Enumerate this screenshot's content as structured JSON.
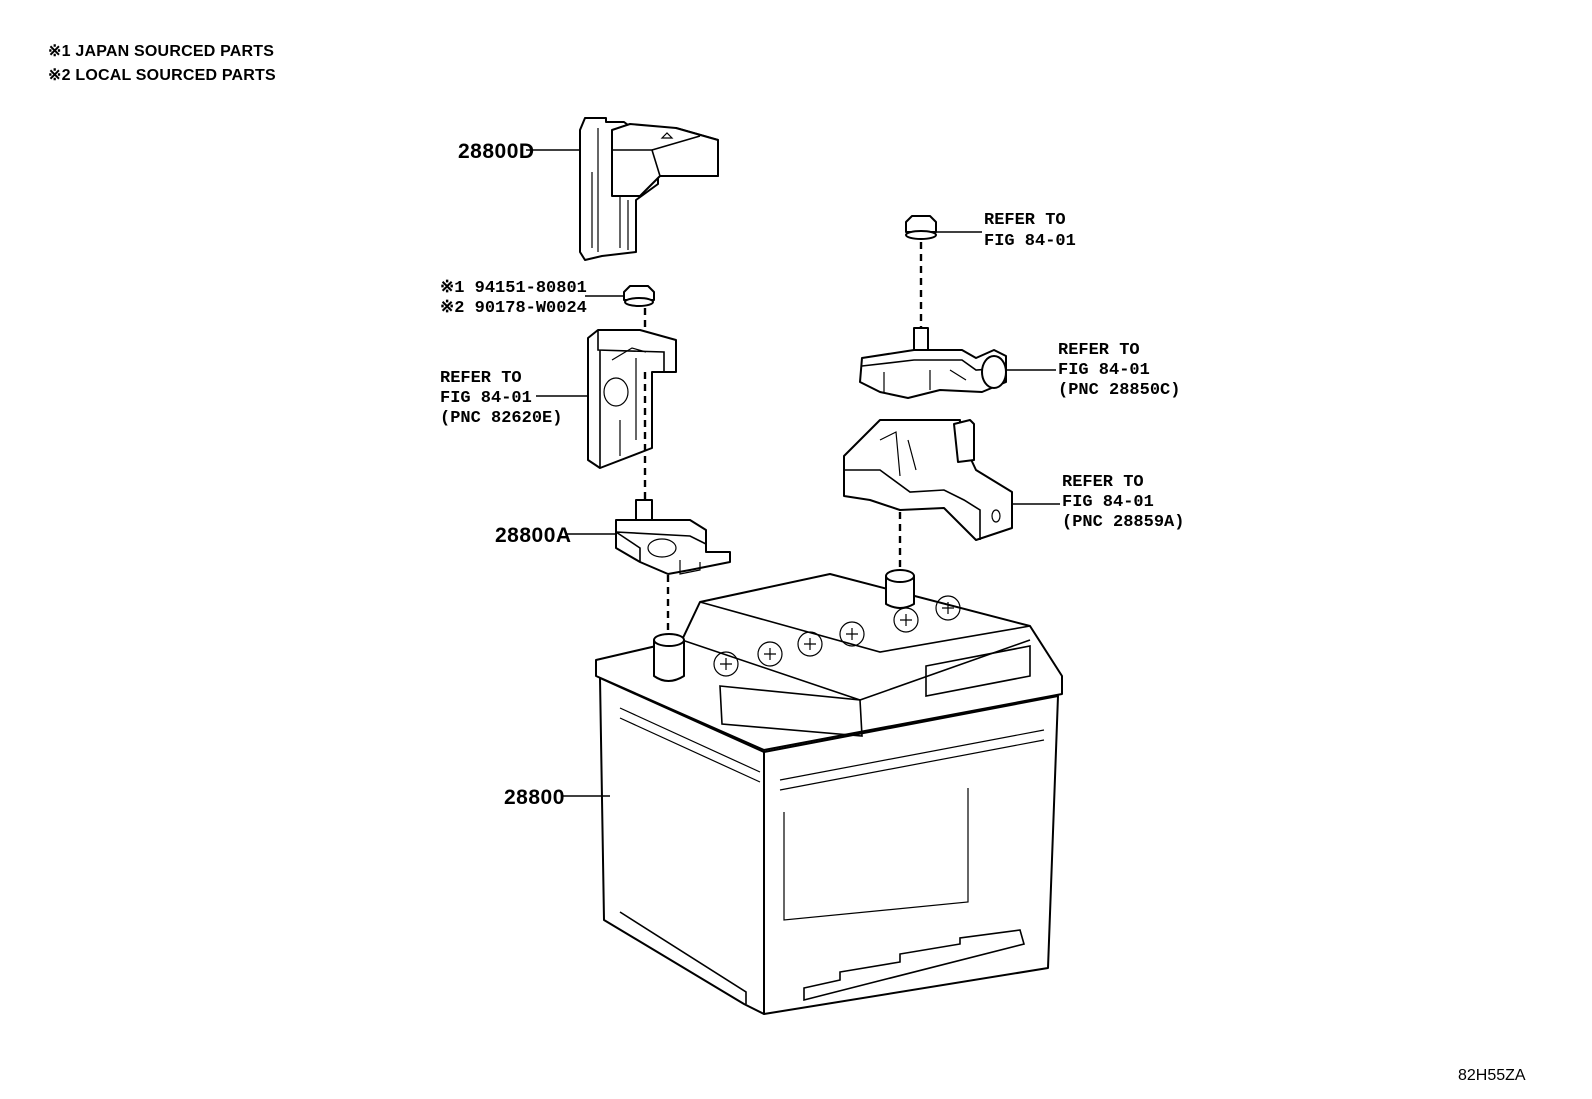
{
  "notes": [
    "※1 JAPAN SOURCED PARTS",
    "※2 LOCAL SOURCED PARTS"
  ],
  "callouts": {
    "p28800d": "28800D",
    "p28800a": "28800A",
    "p28800": "28800",
    "bolt_part1": "※1 94151-80801",
    "bolt_part2": "※2 90178-W0024",
    "ref_bolt": [
      "REFER TO",
      "FIG 84-01"
    ],
    "ref_82620e": [
      "REFER TO",
      "FIG 84-01",
      "(PNC 82620E)"
    ],
    "ref_28850c": [
      "REFER TO",
      "FIG 84-01",
      "(PNC 28850C)"
    ],
    "ref_28859a": [
      "REFER TO",
      "FIG 84-01",
      "(PNC 28859A)"
    ]
  },
  "diagram_code": "82H55ZA"
}
